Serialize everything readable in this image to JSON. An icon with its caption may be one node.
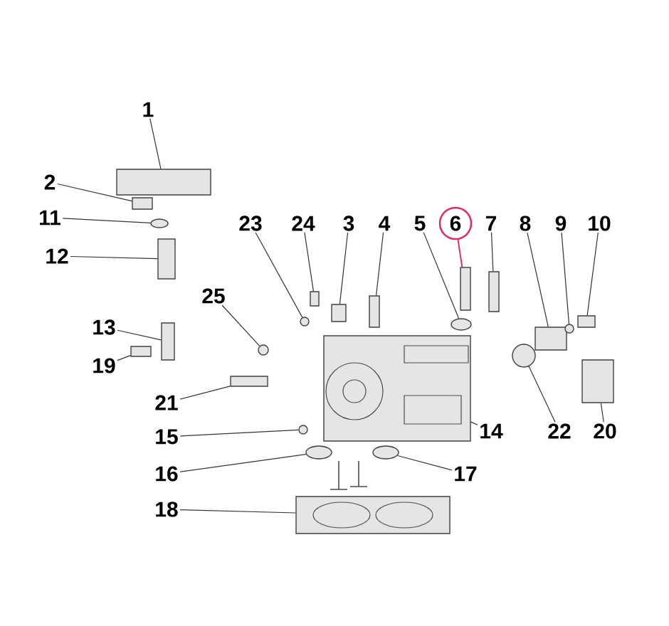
{
  "diagram": {
    "nodes": [
      {
        "text": [
          "1"
        ]
      },
      {
        "text": [
          "2"
        ]
      },
      {
        "text": [
          "11"
        ]
      },
      {
        "text": [
          "12"
        ]
      },
      {
        "text": [
          "23"
        ]
      },
      {
        "text": [
          "24"
        ]
      },
      {
        "text": [
          "3"
        ]
      },
      {
        "text": [
          "4"
        ]
      },
      {
        "text": [
          "5"
        ]
      },
      {
        "text": [
          "6"
        ]
      },
      {
        "text": [
          "7"
        ]
      },
      {
        "text": [
          "8"
        ]
      },
      {
        "text": [
          "9"
        ]
      },
      {
        "text": [
          "10"
        ]
      },
      {
        "text": [
          "25"
        ]
      },
      {
        "text": [
          "13"
        ]
      },
      {
        "text": [
          "19"
        ]
      },
      {
        "text": [
          "21"
        ]
      },
      {
        "text": [
          "15"
        ]
      },
      {
        "text": [
          "14"
        ]
      },
      {
        "text": [
          "22"
        ]
      },
      {
        "text": [
          "20"
        ]
      },
      {
        "text": [
          "16"
        ]
      },
      {
        "text": [
          "17"
        ]
      },
      {
        "text": [
          "18"
        ]
      },
      {
        "text": [],
        "shape": "box"
      },
      {
        "text": [],
        "shape": "box"
      },
      {
        "text": [],
        "shape": "circle"
      },
      {
        "text": [],
        "shape": "box"
      },
      {
        "text": [],
        "shape": "circle"
      },
      {
        "text": [],
        "shape": "box"
      },
      {
        "text": [],
        "shape": "box"
      },
      {
        "text": [],
        "shape": "box"
      },
      {
        "text": [],
        "shape": "circle"
      },
      {
        "text": [],
        "shape": "box"
      },
      {
        "text": [],
        "shape": "box"
      },
      {
        "text": [],
        "shape": "box"
      },
      {
        "text": [],
        "shape": "circle"
      },
      {
        "text": [],
        "shape": "box"
      },
      {
        "text": [],
        "shape": "circle"
      },
      {
        "text": [],
        "shape": "box"
      },
      {
        "text": [],
        "shape": "box"
      },
      {
        "text": [],
        "shape": "box"
      },
      {
        "text": [],
        "shape": "circle"
      },
      {
        "text": [],
        "shape": "picture"
      },
      {
        "text": [],
        "shape": "circle"
      },
      {
        "text": [],
        "shape": "box"
      },
      {
        "text": [],
        "shape": "circle"
      },
      {
        "text": [],
        "shape": "circle"
      },
      {
        "text": [],
        "shape": "picture"
      }
    ],
    "edges": [
      {
        "from": 0,
        "to": 25,
        "arrow": "none"
      },
      {
        "from": 1,
        "to": 26,
        "arrow": "none"
      },
      {
        "from": 2,
        "to": 27,
        "arrow": "none"
      },
      {
        "from": 3,
        "to": 28,
        "arrow": "none"
      },
      {
        "from": 4,
        "to": 29,
        "arrow": "none"
      },
      {
        "from": 5,
        "to": 30,
        "arrow": "none"
      },
      {
        "from": 6,
        "to": 31,
        "arrow": "none"
      },
      {
        "from": 7,
        "to": 32,
        "arrow": "none"
      },
      {
        "from": 8,
        "to": 33,
        "arrow": "none"
      },
      {
        "from": 9,
        "to": 34,
        "arrow": "none",
        "color": "#d6336c"
      },
      {
        "from": 10,
        "to": 35,
        "arrow": "none"
      },
      {
        "from": 11,
        "to": 36,
        "arrow": "none"
      },
      {
        "from": 12,
        "to": 37,
        "arrow": "none"
      },
      {
        "from": 13,
        "to": 38,
        "arrow": "none"
      },
      {
        "from": 14,
        "to": 39,
        "arrow": "none"
      },
      {
        "from": 15,
        "to": 40,
        "arrow": "none"
      },
      {
        "from": 16,
        "to": 41,
        "arrow": "none"
      },
      {
        "from": 17,
        "to": 42,
        "arrow": "none"
      },
      {
        "from": 18,
        "to": 43,
        "arrow": "none"
      },
      {
        "from": 19,
        "to": 44,
        "arrow": "none"
      },
      {
        "from": 20,
        "to": 45,
        "arrow": "none"
      },
      {
        "from": 21,
        "to": 46,
        "arrow": "none"
      },
      {
        "from": 22,
        "to": 47,
        "arrow": "none"
      },
      {
        "from": 23,
        "to": 48,
        "arrow": "none"
      },
      {
        "from": 24,
        "to": 49,
        "arrow": "none"
      }
    ]
  }
}
